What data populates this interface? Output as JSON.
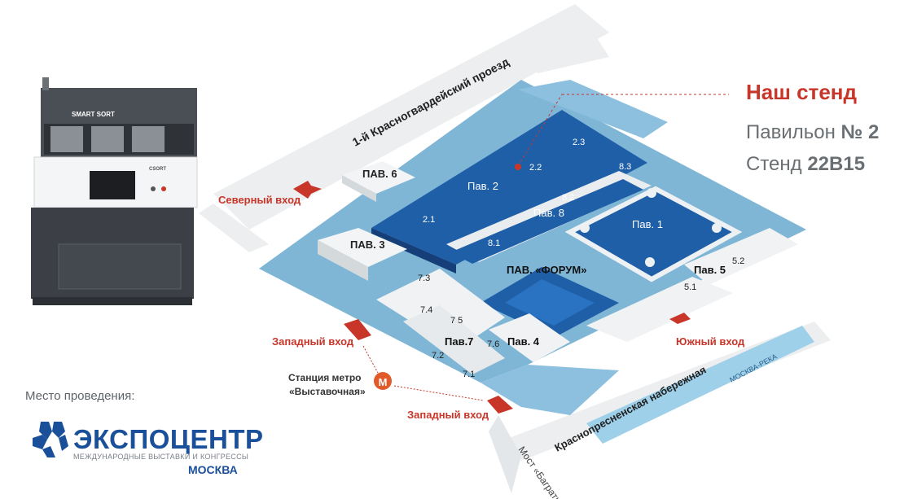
{
  "info": {
    "title": "Наш стенд",
    "pavilion_label": "Павильон ",
    "pavilion_value": "№ 2",
    "stand_label": "Стенд ",
    "stand_value": "22B15"
  },
  "venue": {
    "caption": "Место проведения:",
    "name": "ЭКСПОЦЕНТР",
    "subtitle": "МЕЖДУНАРОДНЫЕ ВЫСТАВКИ И КОНГРЕССЫ",
    "city": "МОСКВА"
  },
  "machine": {
    "brand": "SMART SORT",
    "maker": "CSORT"
  },
  "streets": {
    "north": "1-й Красногвардейский проезд",
    "embankment": "Краснопресненская набережная",
    "river": "МОСКВА-РЕКА",
    "bridge": "Мост «Багратион»"
  },
  "entrances": {
    "north": "Северный вход",
    "west_1": "Западный вход",
    "west_2": "Западный вход",
    "south": "Южный вход"
  },
  "metro": {
    "letter": "М",
    "line1": "Станция метро",
    "line2": "«Выставочная»"
  },
  "pavilions": {
    "pav2": "Пав. 2",
    "pav6": "ПАВ. 6",
    "pav3": "ПАВ. 3",
    "pav8": "Пав. 8",
    "pav1": "Пав. 1",
    "forum": "ПАВ. «ФОРУМ»",
    "pav5": "Пав. 5",
    "pav7": "Пав.7",
    "pav4": "Пав. 4",
    "h2_1": "2.1",
    "h2_2": "2.2",
    "h2_3": "2.3",
    "h8_1": "8.1",
    "h8_2": "8.2",
    "h8_3": "8.3",
    "h5_1": "5.1",
    "h5_2": "5.2",
    "h7_1": "7.1",
    "h7_2": "7.2",
    "h7_3": "7.3",
    "h7_4": "7.4",
    "h7_5": "7 5",
    "h7_6": "7.6"
  },
  "colors": {
    "site": "#7fb6d6",
    "hall": "#1f5fa8",
    "hall_dark": "#163f7a",
    "road": "#eceeef",
    "accent": "#c8362a",
    "brand_blue": "#1a4f9a"
  },
  "icons": [
    "metro-icon",
    "entrance-arrow-icon",
    "stand-marker-icon",
    "expocentre-logo-icon",
    "sorting-machine-icon"
  ]
}
